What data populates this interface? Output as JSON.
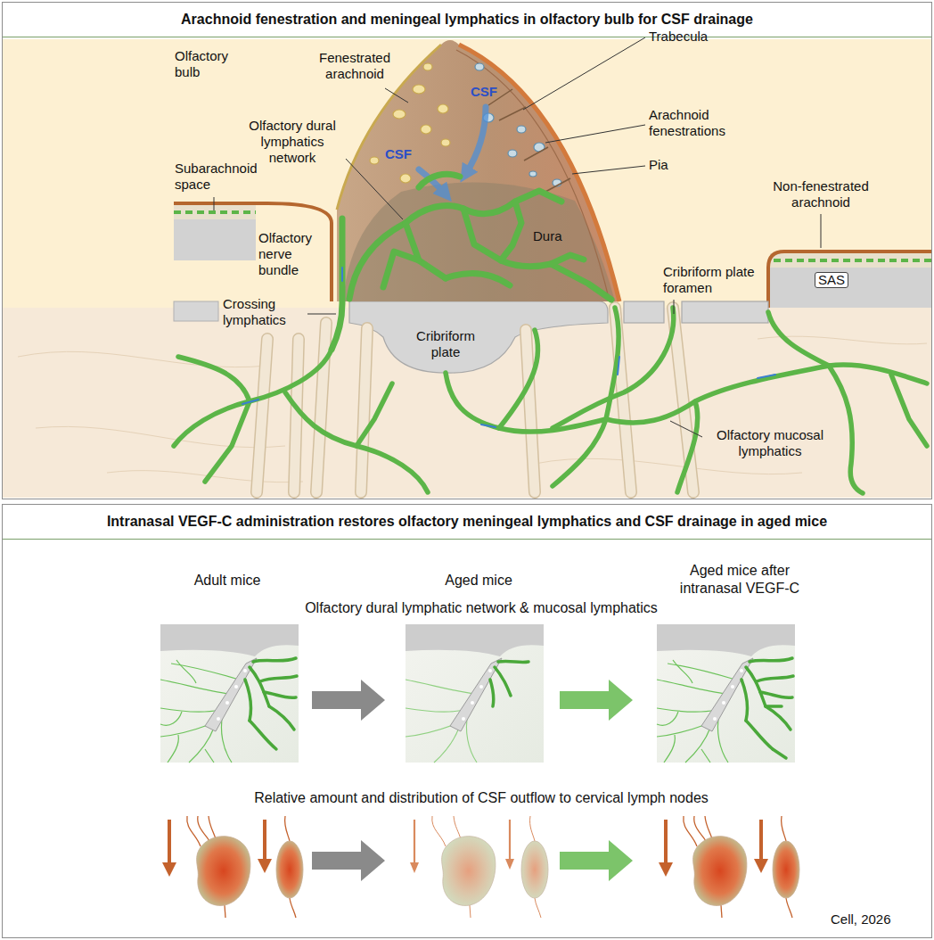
{
  "diagram": {
    "nodes": [
      {
        "text": [
          "Arachnoid fenestration and meningeal lymphatics in olfactory bulb for CSF drainage"
        ]
      },
      {
        "text": [
          "Intranasal VEGF-C administration restores olfactory meningeal lymphatics and CSF drainage in aged mice"
        ]
      }
    ],
    "labels": [
      "Olfactory bulb",
      "Fenestrated arachnoid",
      "Olfactory dural lymphatics network",
      "Subarachnoid space",
      "Olfactory nerve bundle",
      "Crossing lymphatics",
      "CSF",
      "CSF",
      "Trabecula",
      "Arachnoid fenestrations",
      "Pia",
      "Dura",
      "Non-fenestrated arachnoid",
      "SAS",
      "Cribriform plate foramen",
      "Cribriform plate",
      "Olfactory mucosal lymphatics",
      "Adult mice",
      "Aged mice",
      "Aged mice after intranasal VEGF-C",
      "Olfactory dural lymphatic network & mucosal lymphatics",
      "Relative amount and distribution of CSF outflow to cervical lymph nodes",
      "Cell, 2026"
    ]
  }
}
